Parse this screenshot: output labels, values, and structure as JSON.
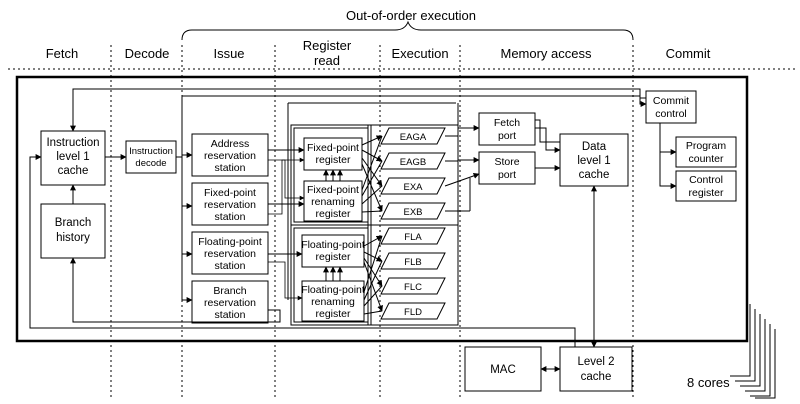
{
  "title": "Out-of-order execution",
  "stages": [
    "Fetch",
    "Decode",
    "Issue",
    "Register",
    "read",
    "Execution",
    "Memory access",
    "Commit"
  ],
  "blocks": {
    "il1": [
      "Instruction",
      "level 1",
      "cache"
    ],
    "branch_history": [
      "Branch",
      "history"
    ],
    "decode": [
      "Instruction",
      "decode"
    ],
    "addr_rs": [
      "Address",
      "reservation",
      "station"
    ],
    "fx_rs": [
      "Fixed-point",
      "reservation",
      "station"
    ],
    "fl_rs": [
      "Floating-point",
      "reservation",
      "station"
    ],
    "br_rs": [
      "Branch",
      "reservation",
      "station"
    ],
    "fx_reg": [
      "Fixed-point",
      "register"
    ],
    "fx_ren": [
      "Fixed-point",
      "renaming",
      "register"
    ],
    "fl_reg": [
      "Floating-point",
      "register"
    ],
    "fl_ren": [
      "Floating-point",
      "renaming",
      "register"
    ],
    "fetch_port": [
      "Fetch",
      "port"
    ],
    "store_port": [
      "Store",
      "port"
    ],
    "dl1": [
      "Data",
      "level 1",
      "cache"
    ],
    "commit_ctrl": [
      "Commit",
      "control"
    ],
    "pc": [
      "Program",
      "counter"
    ],
    "ctrl_reg": [
      "Control",
      "register"
    ],
    "mac": [
      "MAC"
    ],
    "l2": [
      "Level 2",
      "cache"
    ]
  },
  "units": [
    "EAGA",
    "EAGB",
    "EXA",
    "EXB",
    "FLA",
    "FLB",
    "FLC",
    "FLD"
  ],
  "cores_label": "8 cores"
}
